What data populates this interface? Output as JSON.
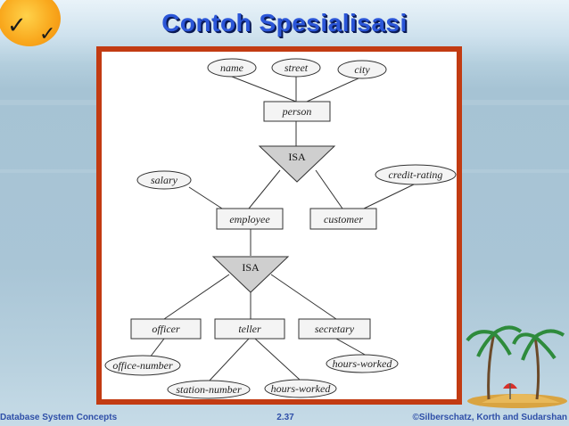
{
  "slide": {
    "title": "Contoh Spesialisasi",
    "footer_left": "Database System Concepts",
    "footer_center": "2.37",
    "footer_right": "©Silberschatz, Korth and Sudarshan"
  },
  "colors": {
    "title": "#2b56d8",
    "frame_border": "#c23b12",
    "footer_text": "#2f4fa8",
    "entity_fill": "#f4f4f4",
    "isa_fill": "#cfcfcf"
  },
  "icons": [
    "sun-icon",
    "bird-icon",
    "palm-island-icon"
  ],
  "diagram": {
    "entities": {
      "person": "person",
      "employee": "employee",
      "customer": "customer",
      "officer": "officer",
      "teller": "teller",
      "secretary": "secretary"
    },
    "attributes": {
      "name": "name",
      "street": "street",
      "city": "city",
      "salary": "salary",
      "credit_rating": "credit-rating",
      "office_number": "office-number",
      "station_number": "station-number",
      "hours_worked_teller": "hours-worked",
      "hours_worked_secretary": "hours-worked"
    },
    "isa": {
      "top": "ISA",
      "bottom": "ISA"
    }
  }
}
